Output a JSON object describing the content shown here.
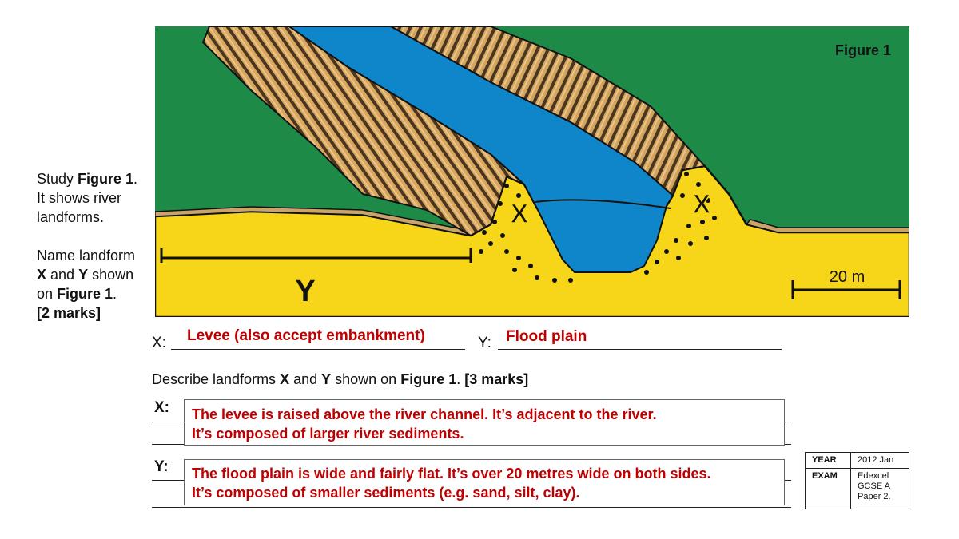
{
  "question": {
    "intro_1": "Study ",
    "intro_bold": "Figure 1",
    "intro_2": ".",
    "intro_line2": "It shows river",
    "intro_line3": "landforms.",
    "name_1": "Name landform",
    "name_x": "X",
    "name_and": " and ",
    "name_y": "Y",
    "name_shown": " shown",
    "name_on": "on ",
    "name_fig": "Figure 1",
    "name_dot": ".",
    "marks": "[2 marks]"
  },
  "figure": {
    "title": "Figure 1",
    "label_x_left": "X",
    "label_x_right": "X",
    "label_y": "Y",
    "scale": "20 m"
  },
  "answers_name": {
    "x_label": "X:",
    "x_answer": "Levee (also accept embankment)",
    "y_label": "Y:",
    "y_answer": "Flood plain"
  },
  "describe": {
    "prefix": "Describe landforms ",
    "x": "X",
    "and": " and ",
    "y": "Y",
    "shown": " shown on ",
    "fig": "Figure 1",
    "dot": ". ",
    "marks": "[3 marks]",
    "x_label": "X:",
    "x_line1": "The levee is raised above the river channel. It’s adjacent to the river.",
    "x_line2": "It’s composed of larger river sediments.",
    "y_label": "Y:",
    "y_line1": "The flood plain is wide and fairly flat. It’s over 20 metres wide on both sides.",
    "y_line2": "It’s composed of smaller sediments (e.g. sand, silt, clay)."
  },
  "meta": {
    "year_key": "YEAR",
    "year_val": "2012 Jan",
    "exam_key": "EXAM",
    "exam_val_1": "Edexcel",
    "exam_val_2": "GCSE A",
    "exam_val_3": "Paper 2."
  },
  "colors": {
    "grass": "#1e8a48",
    "sediment": "#f7d619",
    "water": "#0f86c9",
    "answer_red": "#c00000"
  }
}
